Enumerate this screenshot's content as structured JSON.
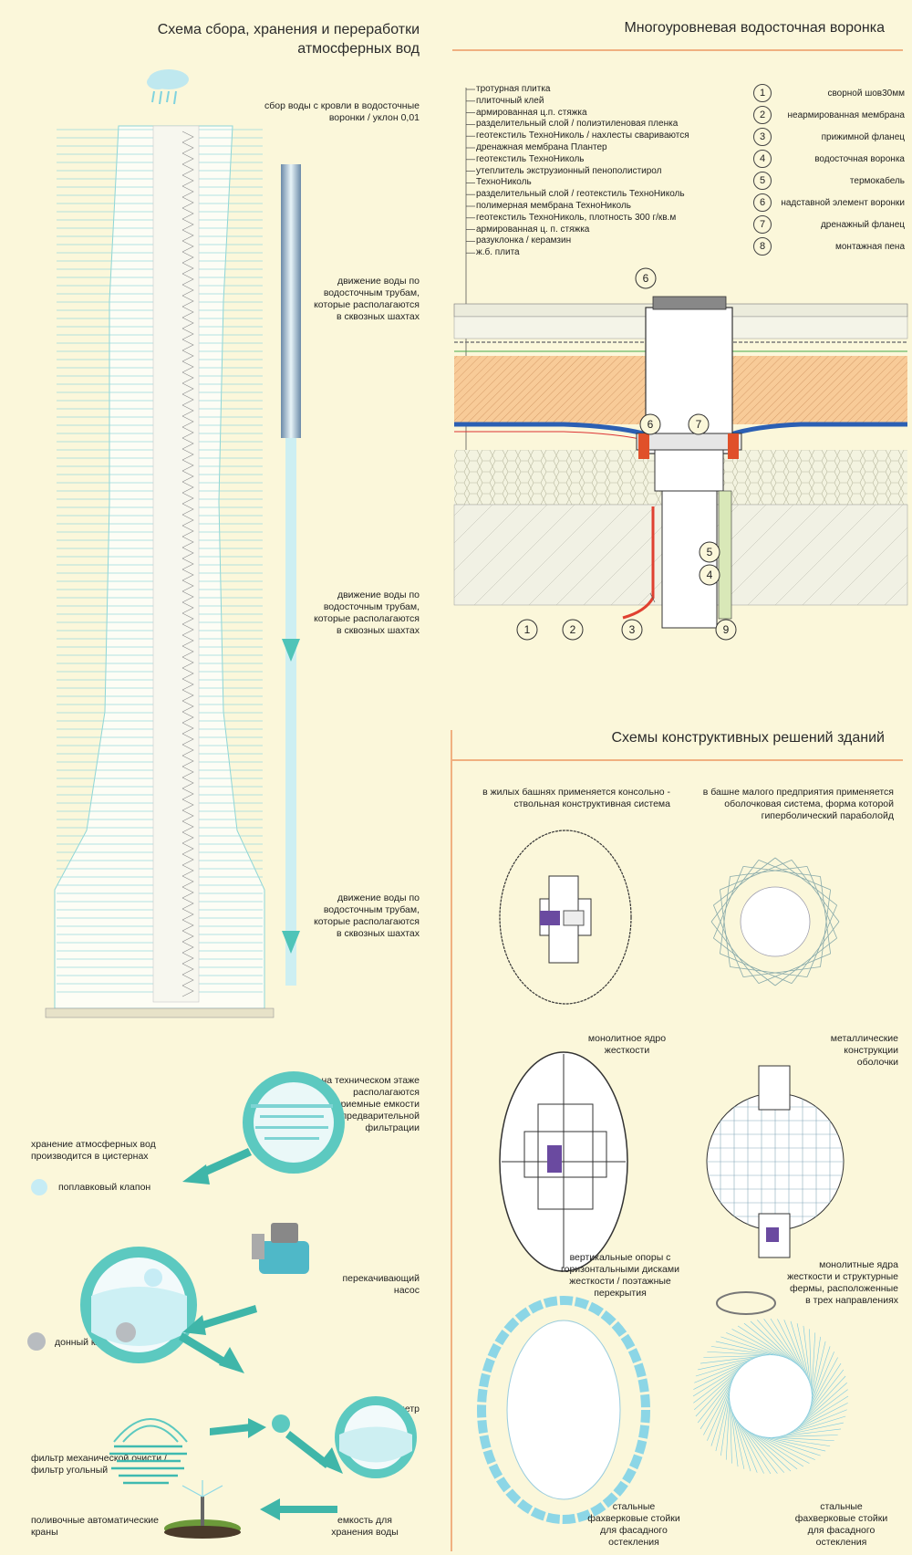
{
  "left": {
    "title_line1": "Схема сбора, хранения и переработки",
    "title_line2": "атмосферных вод",
    "labels": [
      {
        "id": "roof",
        "text": "сбор воды с кровли в водосточные воронки / уклон 0,01"
      },
      {
        "id": "move1",
        "text": "движение воды по водосточным трубам, которые располагаются в сквозных шахтах"
      },
      {
        "id": "move2",
        "text": "движение воды по водосточным трубам, которые располагаются в сквозных шахтах"
      },
      {
        "id": "move3",
        "text": "движение воды по водосточным трубам, которые располагаются в сквозных шахтах"
      },
      {
        "id": "tech",
        "text": "на техническом этаже располагаются водоприемные емкости предварительной фильтрации"
      },
      {
        "id": "storage",
        "text": "хранение атмосферных вод производится в цистернах"
      },
      {
        "id": "float",
        "text": "поплавковый клапон"
      },
      {
        "id": "pump",
        "text": "перекачивающий насос"
      },
      {
        "id": "bottom",
        "text": "донный клапон"
      },
      {
        "id": "meter",
        "text": "расходометр"
      },
      {
        "id": "filter",
        "text": "фильтр механической очисти / фильтр угольный"
      },
      {
        "id": "tank",
        "text": "емкость для хранения воды"
      },
      {
        "id": "irrig",
        "text": "поливочные автоматические краны"
      }
    ]
  },
  "funnel": {
    "title": "Многоуровневая водосточная воронка",
    "layers": [
      "тротурная плитка",
      "плиточный клей",
      "армированная ц.п. стяжка",
      "разделительный слой / полиэтиленовая пленка",
      "геотекстиль ТехноНиколь / нахлесты свариваются",
      "дренажная мембрана Плантер",
      "геотекстиль ТехноНиколь",
      "утеплитель экструзионный пенополистирол",
      "ТехноНиколь",
      "разделительный слой  / геотекстиль ТехноНиколь",
      "полимерная мембрана ТехноНиколь",
      "геотекстиль ТехноНиколь, плотность 300 г/кв.м",
      "армированная ц. п. стяжка",
      "разуклонка / керамзин",
      "ж.б. плита"
    ],
    "legend": [
      {
        "num": "1",
        "text": "сворной шов30мм"
      },
      {
        "num": "2",
        "text": "неармированная мембрана"
      },
      {
        "num": "3",
        "text": "прижимной фланец"
      },
      {
        "num": "4",
        "text": "водосточная воронка"
      },
      {
        "num": "5",
        "text": "термокабель"
      },
      {
        "num": "6",
        "text": "надставной элемент воронки"
      },
      {
        "num": "7",
        "text": "дренажный фланец"
      },
      {
        "num": "8",
        "text": "монтажная пена"
      }
    ],
    "callouts": [
      "1",
      "2",
      "3",
      "4",
      "5",
      "6",
      "6",
      "7",
      "9"
    ]
  },
  "struct": {
    "title": "Схемы конструктивных решений зданий",
    "col1_head": "в жилых башнях применяется консольно - ствольная конструктивная система",
    "col2_head": "в башне малого предприятия применяется оболочковая система, форма которой гиперболический параболойд",
    "core": "монолитное ядро жесткости",
    "metal": "металлические конструкции оболочки",
    "vert": "вертикальные опоры с горизонтальными дисками жесткости / поэтажные перекрытия",
    "mono": "монолитные ядра жесткости и структурные фермы, расположенные в трех направлениях",
    "steel1": "стальные фахверковые стойки для фасадного остекления",
    "steel2": "стальные фахверковые стойки для фасадного остекления"
  },
  "colors": {
    "accent": "#f0b080",
    "teal": "#4fc4b8",
    "water": "#9be0e8",
    "insulation": "#f6c896",
    "membrane": "#2b5fb3"
  }
}
